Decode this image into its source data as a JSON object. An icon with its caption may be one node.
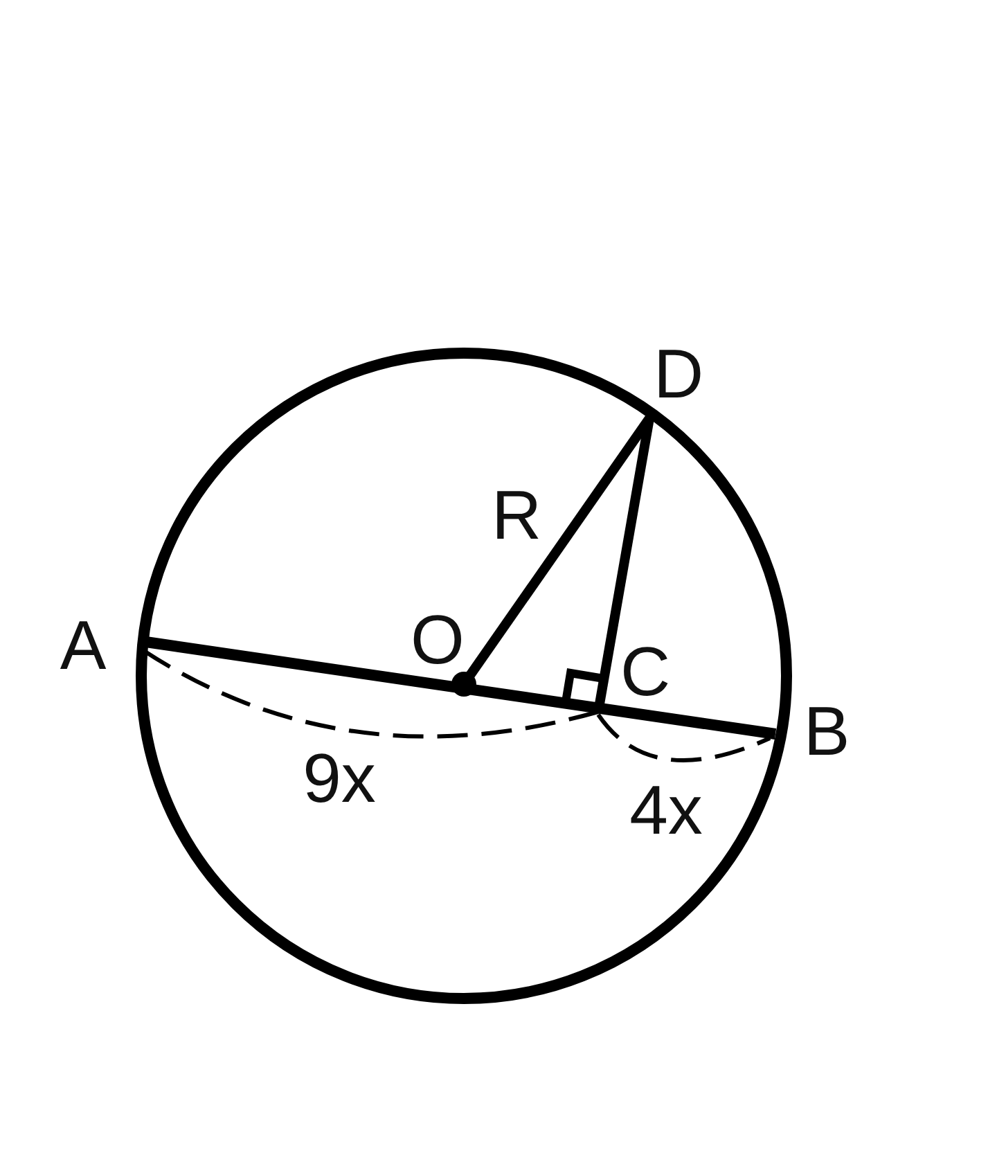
{
  "diagram": {
    "labels": [
      "D",
      "R",
      "A",
      "O",
      "C",
      "B",
      "9x",
      "4x"
    ]
  }
}
